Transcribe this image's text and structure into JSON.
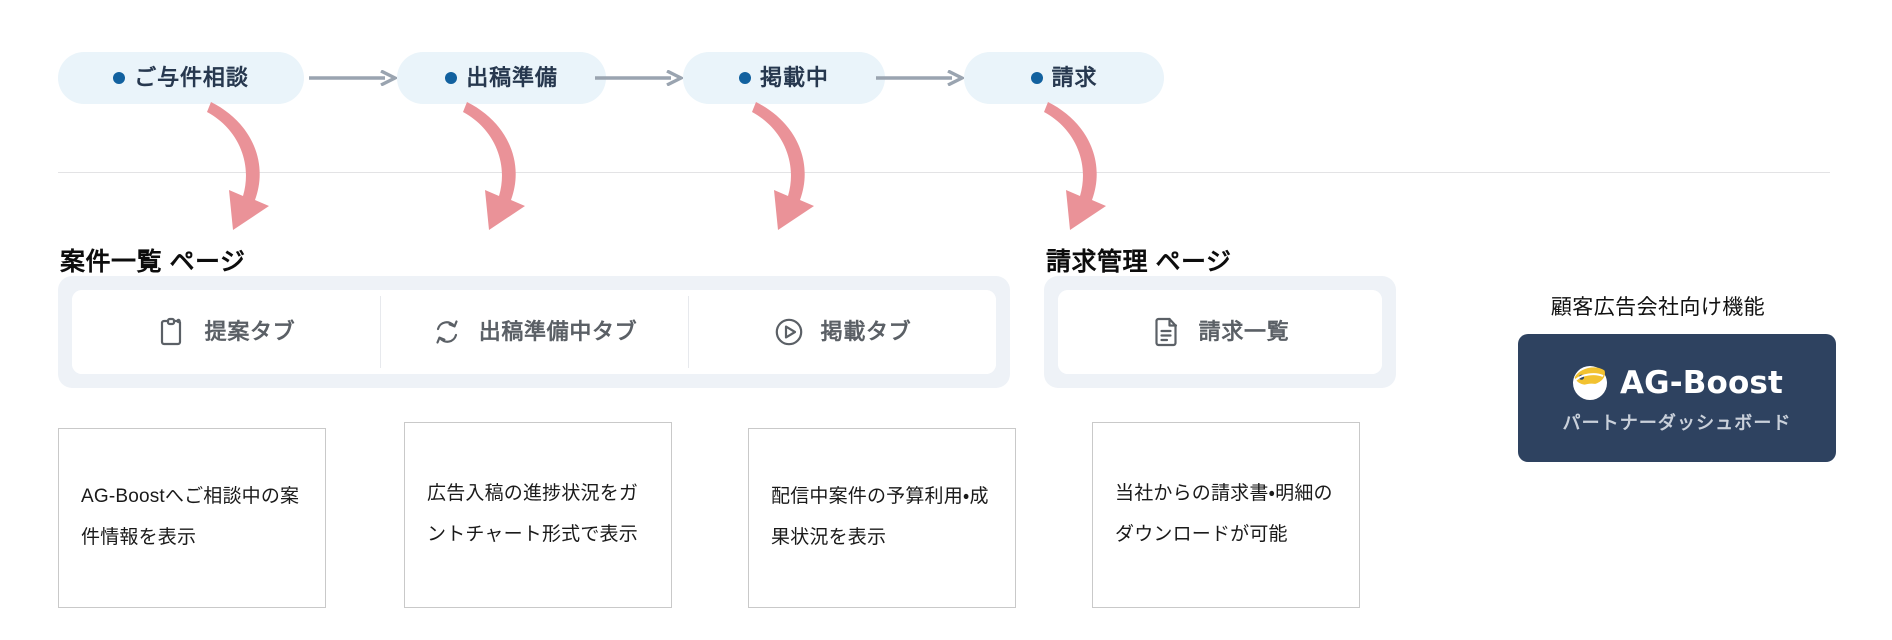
{
  "colors": {
    "pill_bg": "#eaf4fa",
    "pill_text": "#27384f",
    "pill_dot": "#12619f",
    "connector_arrow": "#9aa4b0",
    "pink_arrow": "#ea9298",
    "panel_bg": "#eef2f7",
    "tab_bg": "#ffffff",
    "tab_text": "#5b6066",
    "note_border": "#c9c9c9",
    "brand_card_bg": "#2e4260",
    "brand_word": "#ffffff",
    "brand_sub": "#c9d0da",
    "brand_mark_accent": "#f2c230",
    "divider": "#e3e3e5",
    "page_bg": "#ffffff"
  },
  "flow": {
    "stages": [
      {
        "label": "ご与件相談",
        "dot_icon": "bullet-dot-icon"
      },
      {
        "label": "出稿準備",
        "dot_icon": "bullet-dot-icon"
      },
      {
        "label": "掲載中",
        "dot_icon": "bullet-dot-icon"
      },
      {
        "label": "請求",
        "dot_icon": "bullet-dot-icon"
      }
    ],
    "connectors": [
      {
        "icon": "arrow-right-icon"
      },
      {
        "icon": "arrow-right-icon"
      },
      {
        "icon": "arrow-right-icon"
      }
    ],
    "curved_arrows": [
      {
        "icon": "curved-down-arrow-icon"
      },
      {
        "icon": "curved-down-arrow-icon"
      },
      {
        "icon": "curved-down-arrow-icon"
      },
      {
        "icon": "curved-down-arrow-icon"
      }
    ]
  },
  "sections": [
    {
      "title": "案件一覧 ページ",
      "tabs": [
        {
          "label": "提案タブ",
          "icon": "clipboard-icon"
        },
        {
          "label": "出稿準備中タブ",
          "icon": "sync-refresh-icon"
        },
        {
          "label": "掲載タブ",
          "icon": "play-circle-icon"
        }
      ]
    },
    {
      "title": "請求管理 ページ",
      "tabs": [
        {
          "label": "請求一覧",
          "icon": "document-lines-icon"
        }
      ]
    }
  ],
  "notes": [
    {
      "text": "AG-Boostへご相談中の案件情報を表示"
    },
    {
      "text": "広告入稿の進捗状況をガントチャート形式で表示"
    },
    {
      "text": "配信中案件の予算利用・成果状況を表示"
    },
    {
      "text": "当社からの請求書・明細のダウンロードが可能"
    }
  ],
  "brand": {
    "caption": "顧客広告会社向け機能",
    "wordmark": "AG-Boost",
    "subtitle": "パートナーダッシュボード",
    "mark_icon": "ag-boost-logo-icon"
  }
}
